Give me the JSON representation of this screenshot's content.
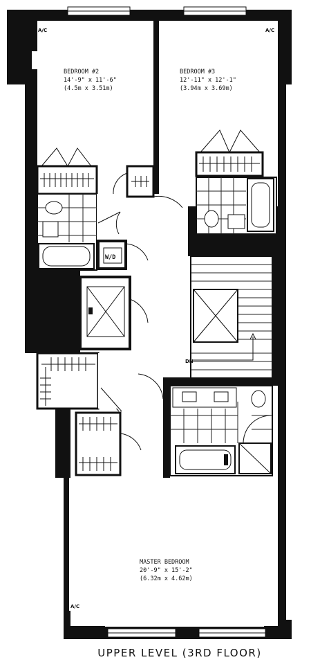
{
  "plan": {
    "caption": "UPPER LEVEL (3RD FLOOR)",
    "ac_labels": [
      "A/C",
      "A/C",
      "A/C"
    ],
    "rooms": {
      "bedroom2": {
        "name": "BEDROOM #2",
        "dim_imperial": "14'-9\" x 11'-6\"",
        "dim_metric": "(4.5m x 3.51m)"
      },
      "bedroom3": {
        "name": "BEDROOM #3",
        "dim_imperial": "12'-11\" x 12'-1\"",
        "dim_metric": "(3.94m x 3.69m)"
      },
      "master": {
        "name": "MASTER BEDROOM",
        "dim_imperial": "20'-9\" x 15'-2\"",
        "dim_metric": "(6.32m x 4.62m)"
      }
    },
    "washer_dryer": "W/D",
    "stair_direction": "DN"
  }
}
